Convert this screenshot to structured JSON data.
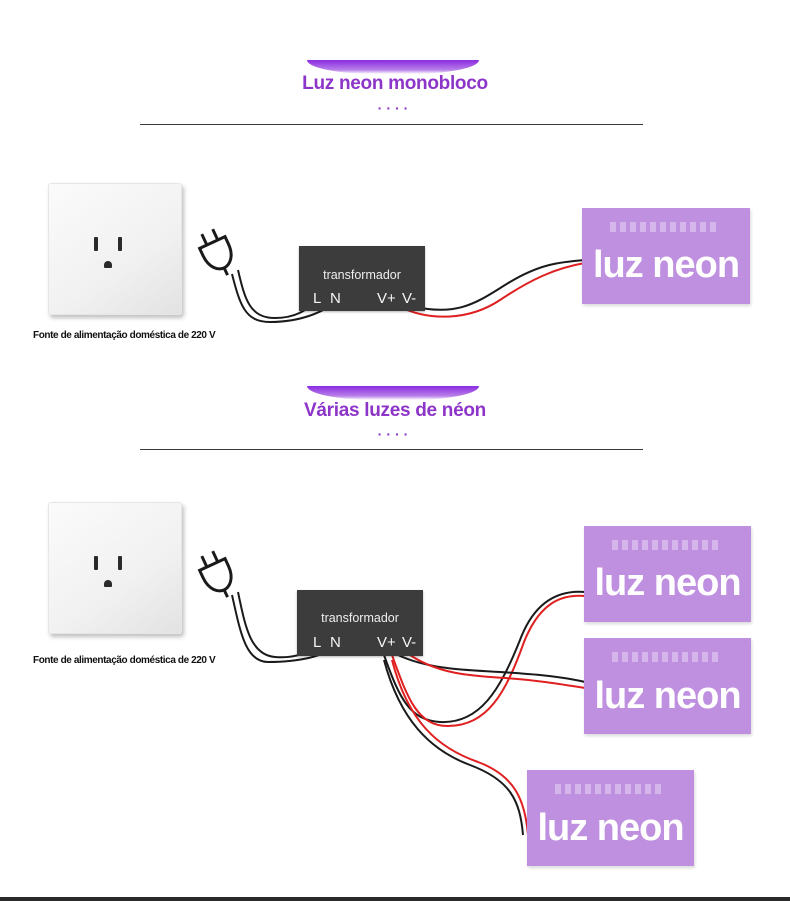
{
  "sections": [
    {
      "title": "Luz neon monobloco",
      "dots": "····",
      "outlet_caption": "Fonte de alimentação doméstica de 220 V",
      "transformer": {
        "label": "transformador",
        "terminals": [
          "L",
          "N",
          "V+",
          "V-"
        ]
      },
      "neon_lights": [
        "luz neon"
      ]
    },
    {
      "title": "Várias luzes de néon",
      "dots": "····",
      "outlet_caption": "Fonte de alimentação doméstica de 220 V",
      "transformer": {
        "label": "transformador",
        "terminals": [
          "L",
          "N",
          "V+",
          "V-"
        ]
      },
      "neon_lights": [
        "luz neon",
        "luz neon",
        "luz neon"
      ]
    }
  ],
  "colors": {
    "accent": "#8e35c9",
    "neon_fill": "#bf8fe0",
    "transformer": "#3c3c3c",
    "wire_black": "#1a1a1a",
    "wire_red": "#e02020"
  },
  "icons": [
    "power-plug-icon",
    "wall-outlet-icon"
  ]
}
